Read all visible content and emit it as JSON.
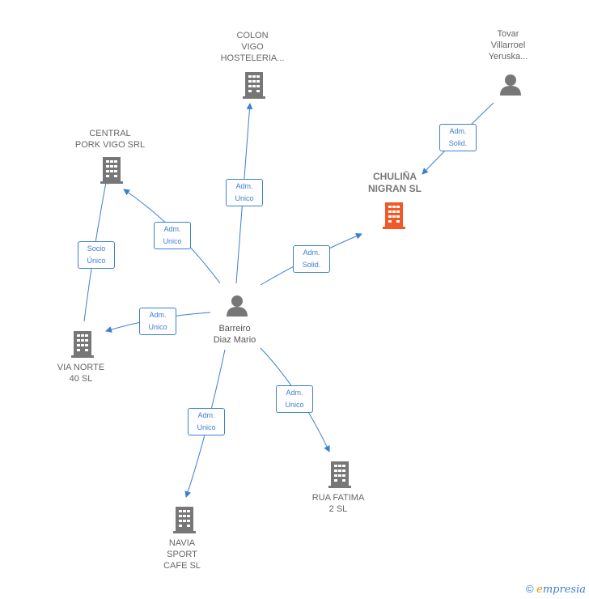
{
  "nodes": {
    "colon": {
      "label": "COLON\nVIGO\nHOSTELERIA..."
    },
    "tovar": {
      "label": "Tovar\nVillarroel\nYeruska..."
    },
    "central": {
      "label": "CENTRAL\nPORK VIGO SRL"
    },
    "chulina": {
      "label": "CHULIÑA\nNIGRAN  SL"
    },
    "barreiro": {
      "label": "Barreiro\nDiaz Mario"
    },
    "via_norte": {
      "label": "VIA NORTE\n40 SL"
    },
    "rua_fatima": {
      "label": "RUA FATIMA\n2  SL"
    },
    "navia": {
      "label": "NAVIA\nSPORT\nCAFE  SL"
    }
  },
  "edges": {
    "barreiro_colon": "Adm.\nUnico",
    "tovar_chulina": "Adm.\nSolid.",
    "barreiro_central": "Adm.\nUnico",
    "barreiro_chulina": "Adm.\nSolid.",
    "via_central": "Socio\nÚnico",
    "barreiro_via": "Adm.\nUnico",
    "barreiro_rua": "Adm.\nUnico",
    "barreiro_navia": "Adm.\nUnico"
  },
  "colors": {
    "edge": "#3d7fd0",
    "building": "#777777",
    "building_highlight": "#f05a28",
    "person": "#777777"
  },
  "footer": {
    "copyright": "©",
    "brand_e": "e",
    "brand_rest": "mpresia"
  }
}
